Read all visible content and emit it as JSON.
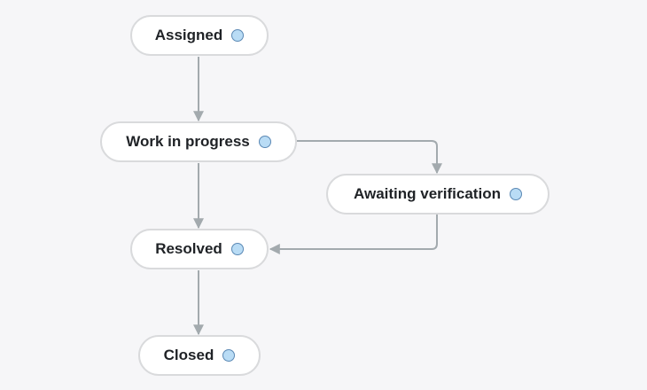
{
  "workflow": {
    "status_dot_fill": "#b9dcf5",
    "status_dot_border": "#5a88b4",
    "connector_color": "#a3aaae",
    "statuses": [
      {
        "id": "assigned",
        "label": "Assigned"
      },
      {
        "id": "work_in_progress",
        "label": "Work in progress"
      },
      {
        "id": "awaiting_verification",
        "label": "Awaiting verification"
      },
      {
        "id": "resolved",
        "label": "Resolved"
      },
      {
        "id": "closed",
        "label": "Closed"
      }
    ],
    "transitions": [
      {
        "from": "assigned",
        "to": "work_in_progress"
      },
      {
        "from": "work_in_progress",
        "to": "resolved"
      },
      {
        "from": "work_in_progress",
        "to": "awaiting_verification"
      },
      {
        "from": "awaiting_verification",
        "to": "resolved"
      },
      {
        "from": "resolved",
        "to": "closed"
      }
    ]
  }
}
